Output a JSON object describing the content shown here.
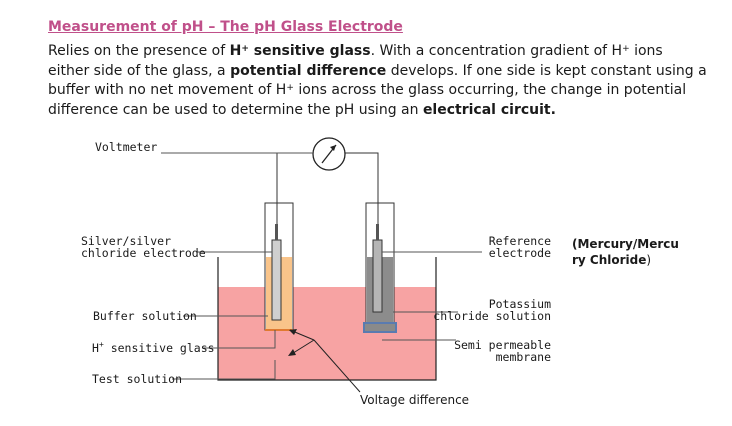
{
  "title": "Measurement of pH – The pH Glass Electrode",
  "paragraph": {
    "p1": "Relies on the presence of ",
    "b1_main": "H",
    "b1_sup": "+",
    "b1_rest": " sensitive glass",
    "p2": ". With a concentration gradient of H",
    "p2_sup": "+",
    "p3": " ions either side of the glass, a ",
    "b2": "potential difference",
    "p4": " develops. If one side is kept constant using a buffer with no net movement of H",
    "p4_sup": "+",
    "p5": " ions across the glass occurring, the change in potential difference can be used to determine the pH using an ",
    "b3": "electrical circuit."
  },
  "diagram": {
    "voltmeter": "Voltmeter",
    "silver_line1": "Silver/silver",
    "silver_line2": "chloride electrode",
    "buffer": "Buffer solution",
    "h_sensitive_main": "H",
    "h_sensitive_sup": "+",
    "h_sensitive_rest": " sensitive glass",
    "test_solution": "Test solution",
    "reference_line1": "Reference",
    "reference_line2": "electrode",
    "potassium_line1": "Potassium",
    "potassium_line2": "chloride solution",
    "membrane_line1": "Semi permeable",
    "membrane_line2": "membrane",
    "voltage_difference": "Voltage difference"
  },
  "side_note": {
    "line1": "(Mercury/Mercu",
    "line2_bold": "ry Chloride",
    "line2_rest": ")"
  },
  "colors": {
    "title": "#c0508a",
    "test_solution_fill": "#f7a3a3",
    "buffer_fill": "#f9c48a",
    "reference_fill": "#8c8c8c",
    "membrane": "#5a7bb0"
  }
}
